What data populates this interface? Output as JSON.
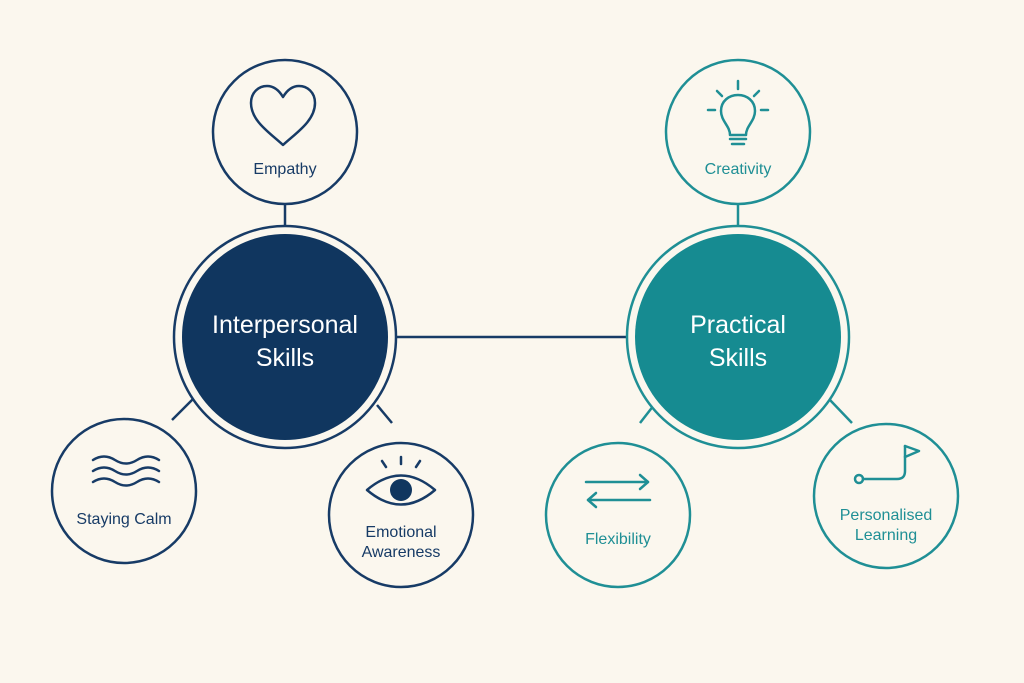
{
  "colors": {
    "background": "#fbf7ee",
    "navy": "#173b66",
    "navy_fill": "#10365f",
    "teal": "#1f8f95",
    "teal_fill": "#168b91",
    "hub_text": "#ffffff"
  },
  "hubs": {
    "interpersonal": {
      "line1": "Interpersonal",
      "line2": "Skills"
    },
    "practical": {
      "line1": "Practical",
      "line2": "Skills"
    }
  },
  "nodes": {
    "empathy": {
      "label": "Empathy",
      "icon": "heart-icon"
    },
    "staying_calm": {
      "label": "Staying Calm",
      "icon": "waves-icon"
    },
    "emotional_awareness": {
      "line1": "Emotional",
      "line2": "Awareness",
      "icon": "eye-icon"
    },
    "creativity": {
      "label": "Creativity",
      "icon": "lightbulb-icon"
    },
    "flexibility": {
      "label": "Flexibility",
      "icon": "arrows-icon"
    },
    "personalised_learning": {
      "line1": "Personalised",
      "line2": "Learning",
      "icon": "path-flag-icon"
    }
  }
}
